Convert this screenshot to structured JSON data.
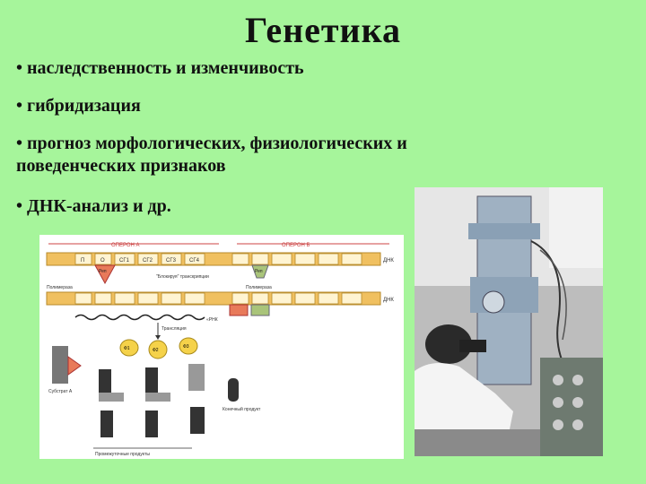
{
  "slide": {
    "title": "Генетика",
    "bullets": [
      "• наследственность и изменчивость",
      "• гибридизация",
      "• прогноз морфологических, физиологических и поведенческих признаков",
      "• ДНК-анализ и др."
    ]
  },
  "diagram": {
    "operon_a": "ОПЕРОН А",
    "operon_b": "ОПЕРОН Б",
    "dna": "ДНК",
    "polymerase": "Полимераза",
    "rna": "«РНК",
    "blocked": "\"Блокируя\" транскрипции",
    "translation": "Трансляция",
    "substrate": "Субстрат А",
    "final_product": "Конечный продукт",
    "intermediate": "Промежуточные продукты",
    "rep": "Реп",
    "genes": [
      "П",
      "О",
      "СГ1",
      "СГ2",
      "СГ3",
      "СГ4"
    ],
    "enzymes": [
      "Ф1",
      "Ф2",
      "Ф3"
    ]
  },
  "colors": {
    "background": "#a6f59b",
    "dna_band": "#f0c060",
    "repressor_red": "#e87a5a",
    "repressor_green": "#a9c47a"
  }
}
